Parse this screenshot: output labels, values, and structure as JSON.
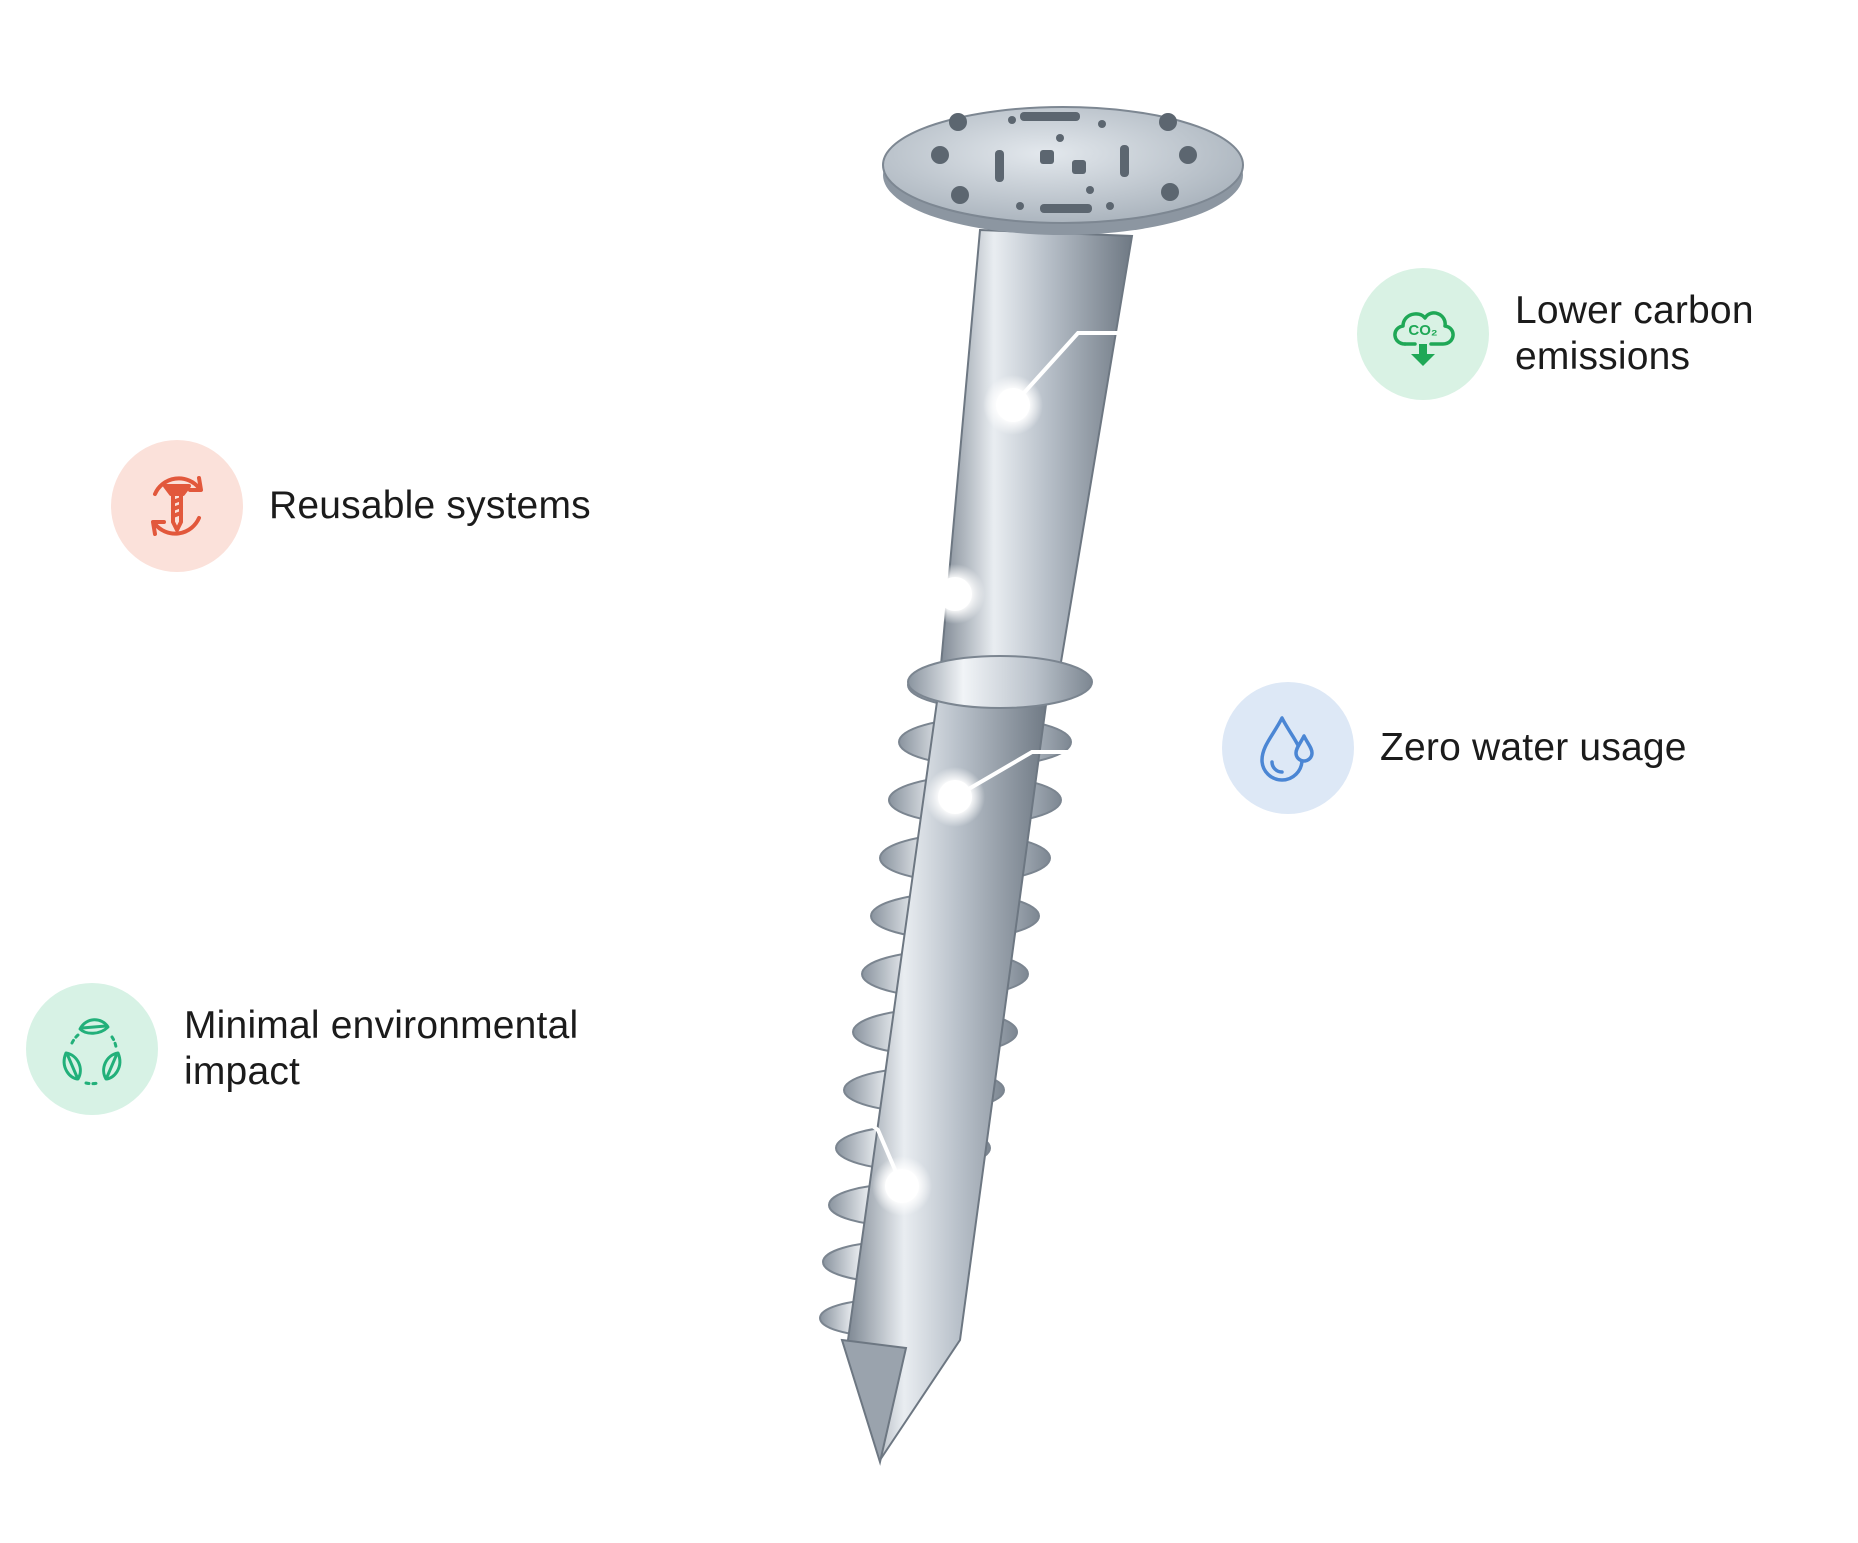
{
  "features": {
    "reusable": {
      "lines": [
        "Reusable systems"
      ],
      "icon": "screw-recycle-icon",
      "badge_color": "#fbe1da",
      "icon_color": "#e2583c"
    },
    "carbon": {
      "lines": [
        "Lower carbon",
        "emissions"
      ],
      "icon": "co2-cloud-down-icon",
      "badge_color": "#d9f2e4",
      "icon_color": "#1fa856",
      "icon_text": "CO₂"
    },
    "water": {
      "lines": [
        "Zero water usage"
      ],
      "icon": "water-drops-icon",
      "badge_color": "#dde8f6",
      "icon_color": "#4b86d4"
    },
    "minimal": {
      "lines": [
        "Minimal environmental",
        "impact"
      ],
      "icon": "leaf-cycle-icon",
      "badge_color": "#d7f2e5",
      "icon_color": "#22b07a"
    }
  },
  "illustration": {
    "subject": "ground-screw",
    "color": "#aeb7c1"
  }
}
